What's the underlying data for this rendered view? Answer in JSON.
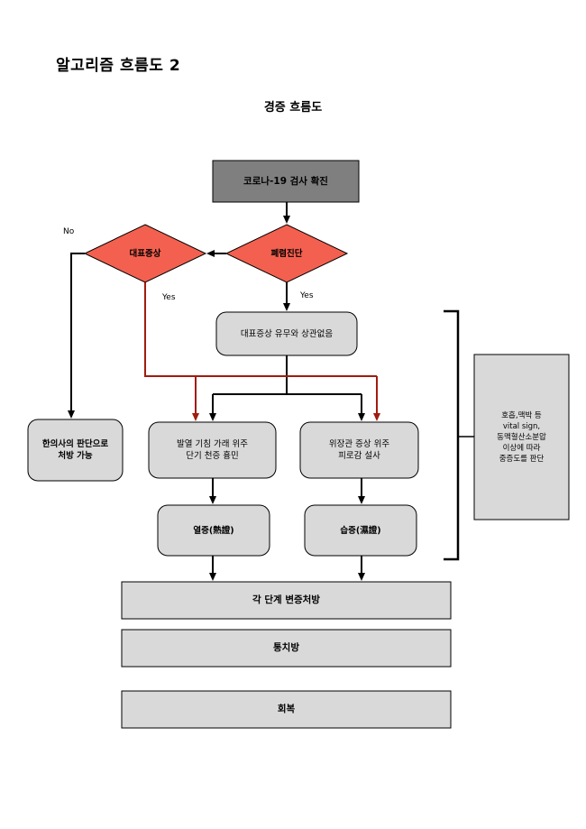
{
  "page_title": "알고리즘 흐름도 2",
  "diagram_title": "경증 흐름도",
  "nodes": {
    "confirm": "코로나-19 검사 확진",
    "pneumonia": "폐렴진단",
    "rep_symptom": "대표증상",
    "no_relation": "대표증상 유무와 상관없음",
    "doctor_judge": "한의사의 판단으로\n처방 가능",
    "fever": "발열 기침 가래 위주\n단기 천증 흉민",
    "gi": "위장관 증상 위주\n피로감 설사",
    "heat": "열증(熱證)",
    "damp": "습증(濕證)",
    "prescription": "각 단계 변증처방",
    "common": "통치방",
    "recovery": "회복",
    "side_note": "호흡,맥박 등\nvital sign,\n동맥혈산소분압\n이상에 따라\n중증도를 판단"
  },
  "edges": {
    "no": "No",
    "yes_left": "Yes",
    "yes_right": "Yes"
  },
  "colors": {
    "confirm_fill": "#7f7f7f",
    "diamond_fill": "#f4604f",
    "box_fill": "#d9d9d9",
    "red_line": "#a11b0f",
    "black_line": "#000000"
  }
}
